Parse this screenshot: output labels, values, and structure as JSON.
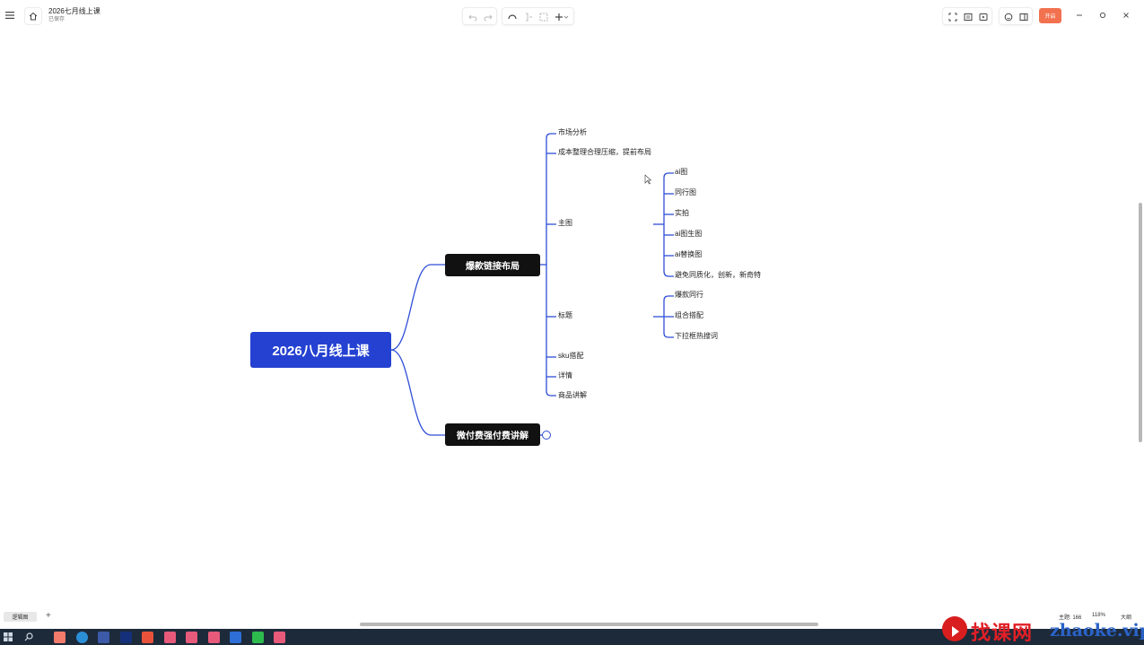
{
  "window": {
    "title": "2026七月线上课",
    "status": "已保存",
    "open_label": "开启"
  },
  "mindmap": {
    "root": "2026八月线上课",
    "main_1": "爆款链接布局",
    "main_2": "微付费强付费讲解",
    "branches": [
      "市场分析",
      "成本整理合理压缩，提前布局",
      "主图",
      "标题",
      "sku搭配",
      "详情",
      "商品讲解"
    ],
    "main_image_children": [
      "ai图",
      "同行图",
      "实拍",
      "ai图生图",
      "ai替换图",
      "避免同质化，创新，新奇特"
    ],
    "title_children": [
      "爆款同行",
      "组合搭配",
      "下拉框热搜词"
    ]
  },
  "statusbar": {
    "sheet_tab": "逻辑图",
    "add_label": "+",
    "topic_count": "主题: 166",
    "zoom": "118%",
    "outline": "大纲"
  },
  "watermark": {
    "cn": "找课网",
    "en": "zhaoke.vip"
  },
  "colors": {
    "root": "#2441d1",
    "main_node": "#111111",
    "connector": "#2f4ed6",
    "open_button": "#f2714f",
    "taskbar": "#1d2a3a"
  }
}
